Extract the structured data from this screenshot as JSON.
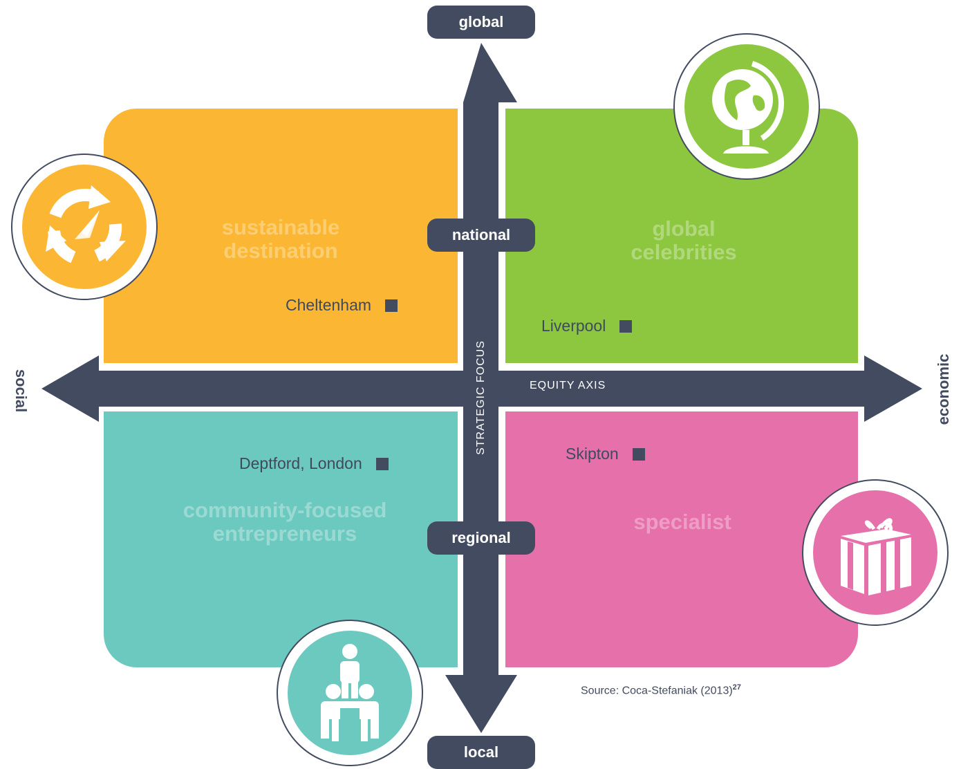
{
  "colors": {
    "axis": "#434b60",
    "sustainable": "#fbb733",
    "celebrities": "#8dc63f",
    "community": "#6cc9bf",
    "specialist": "#e670aa"
  },
  "axes": {
    "horizontal_label": "EQUITY AXIS",
    "vertical_label": "STRATEGIC FOCUS",
    "left_end": "social",
    "right_end": "economic"
  },
  "scale": {
    "global": "global",
    "national": "national",
    "regional": "regional",
    "local": "local"
  },
  "quadrants": {
    "top_left": {
      "title": "sustainable\ndestination",
      "place": "Cheltenham",
      "icon": "compass-cycle-icon"
    },
    "top_right": {
      "title": "global\ncelebrities",
      "place": "Liverpool",
      "icon": "globe-icon"
    },
    "bottom_left": {
      "title": "community-focused\nentrepreneurs",
      "place": "Deptford, London",
      "icon": "people-pyramid-icon"
    },
    "bottom_right": {
      "title": "specialist",
      "place": "Skipton",
      "icon": "gift-box-icon"
    }
  },
  "source": {
    "text": "Source: Coca-Stefaniak (2013)",
    "ref": "27"
  }
}
